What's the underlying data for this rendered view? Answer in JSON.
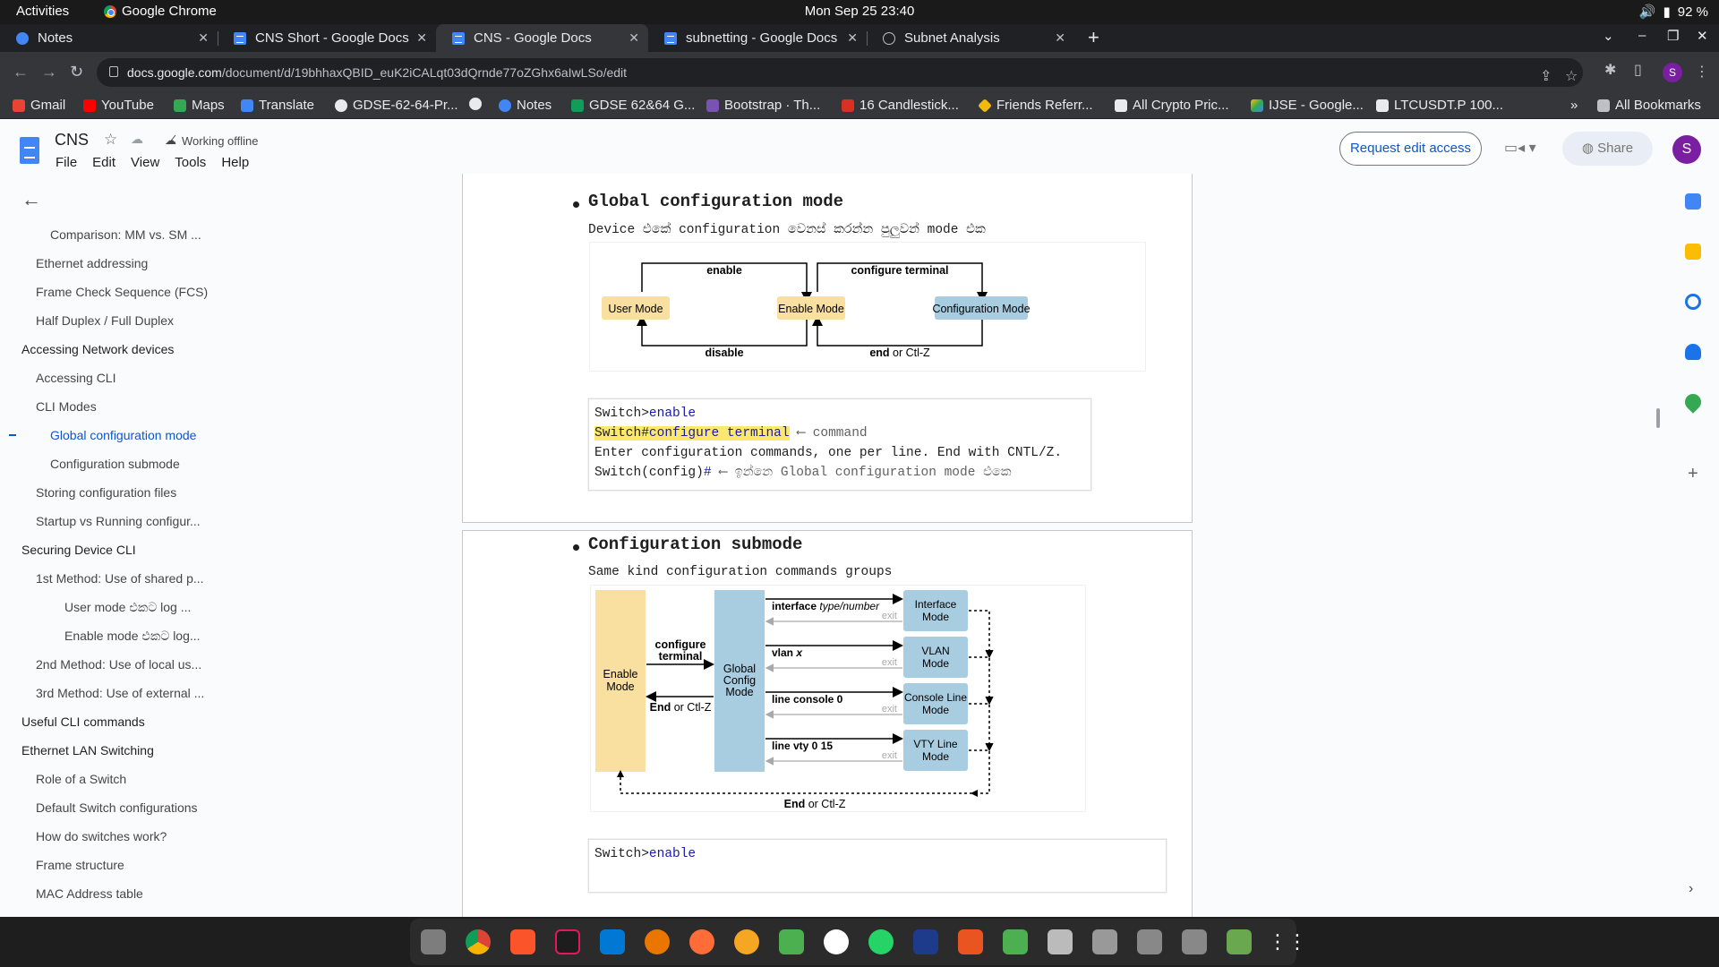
{
  "system": {
    "activities": "Activities",
    "app_name": "Google Chrome",
    "clock": "Mon Sep 25  23:40",
    "battery": "92 %"
  },
  "tabs": [
    {
      "label": "Notes",
      "icon": "notes-icon"
    },
    {
      "label": "CNS Short - Google Docs",
      "icon": "docs-icon"
    },
    {
      "label": "CNS - Google Docs",
      "icon": "docs-icon",
      "active": true
    },
    {
      "label": "subnetting - Google Docs",
      "icon": "docs-icon"
    },
    {
      "label": "Subnet Analysis",
      "icon": "globe-icon"
    }
  ],
  "omnibox": {
    "host": "docs.google.com",
    "path": "/document/d/19bhhaxQBID_euK2iCALqt03dQrnde77oZGhx6aIwLSo/edit",
    "profile_initial": "S"
  },
  "bookmarks": {
    "items": [
      {
        "label": "Gmail",
        "color": "#ea4335"
      },
      {
        "label": "YouTube",
        "color": "#ff0000"
      },
      {
        "label": "Maps",
        "color": "#34a853"
      },
      {
        "label": "Translate",
        "color": "#4285f4"
      },
      {
        "label": "GDSE-62-64-Pr...",
        "color": "#e8eaed"
      },
      {
        "label": "",
        "color": "#e8eaed"
      },
      {
        "label": "Notes",
        "color": "#4285f4"
      },
      {
        "label": "GDSE 62&64 G...",
        "color": "#0f9d58"
      },
      {
        "label": "Bootstrap · Th...",
        "color": "#7952b3"
      },
      {
        "label": "16 Candlestick...",
        "color": "#d93025"
      },
      {
        "label": "Friends Referr...",
        "color": "#f0b90b"
      },
      {
        "label": "All Crypto Pric...",
        "color": "#e8eaed"
      },
      {
        "label": "IJSE - Google...",
        "color": "#0f9d58"
      },
      {
        "label": "LTCUSDT.P 100...",
        "color": "#e8eaed"
      }
    ],
    "more": "»",
    "all": "All Bookmarks"
  },
  "docs": {
    "title": "CNS",
    "status": "Working offline",
    "menu": [
      "File",
      "Edit",
      "View",
      "Tools",
      "Help"
    ],
    "request_edit": "Request edit access",
    "share": "Share",
    "profile_initial": "S"
  },
  "outline": {
    "items": [
      {
        "label": "Comparison: MM vs. SM ...",
        "level": 3
      },
      {
        "label": "Ethernet addressing",
        "level": 2
      },
      {
        "label": "Frame Check Sequence (FCS)",
        "level": 2
      },
      {
        "label": "Half Duplex / Full Duplex",
        "level": 2
      },
      {
        "label": "Accessing Network devices",
        "level": 1
      },
      {
        "label": "Accessing CLI",
        "level": 2
      },
      {
        "label": "CLI Modes",
        "level": 2
      },
      {
        "label": "Global configuration mode",
        "level": 3,
        "active": true
      },
      {
        "label": "Configuration submode",
        "level": 3
      },
      {
        "label": "Storing configuration files",
        "level": 2
      },
      {
        "label": "Startup vs Running configur...",
        "level": 2
      },
      {
        "label": "Securing Device CLI",
        "level": 1
      },
      {
        "label": "1st Method: Use of shared p...",
        "level": 2
      },
      {
        "label": "User mode එකට log ...",
        "level": 4
      },
      {
        "label": "Enable mode එකට log...",
        "level": 4
      },
      {
        "label": "2nd Method: Use of local us...",
        "level": 2
      },
      {
        "label": "3rd Method: Use of external ...",
        "level": 2
      },
      {
        "label": "Useful CLI commands",
        "level": 1
      },
      {
        "label": "Ethernet LAN Switching",
        "level": 1
      },
      {
        "label": "Role of a Switch",
        "level": 2
      },
      {
        "label": "Default Switch configurations",
        "level": 2
      },
      {
        "label": "How do switches work?",
        "level": 2
      },
      {
        "label": "Frame structure",
        "level": 2
      },
      {
        "label": "MAC Address table",
        "level": 2
      }
    ]
  },
  "content": {
    "section1": {
      "heading": "Global configuration mode",
      "desc": "Device එකේ configuration වෙනස් කරන්න පුලුවන් mode එක",
      "diagram": {
        "user_mode": "User Mode",
        "enable_mode": "Enable Mode",
        "config_mode": "Configuration Mode",
        "enable": "enable",
        "disable": "disable",
        "configure_terminal": "configure terminal",
        "end": "end",
        "or_ctlz": " or Ctl-Z"
      },
      "code": {
        "l1_prompt": "Switch>",
        "l1_cmd": "enable",
        "l2_prompt": "Switch#",
        "l2_cmd": "configure terminal",
        "l2_comment": " ⟵ command",
        "l3": "Enter configuration commands, one per line. End with CNTL/Z.",
        "l4_prompt": "Switch(config)",
        "l4_hash": "#",
        "l4_comment": " ⟵ ඉන්නෙ Global configuration mode එකෙ"
      }
    },
    "section2": {
      "heading": "Configuration submode",
      "desc": "Same kind configuration commands groups",
      "diagram": {
        "enable_mode_1": "Enable",
        "enable_mode_2": "Mode",
        "global_1": "Global",
        "global_2": "Config",
        "global_3": "Mode",
        "configure_1": "configure",
        "configure_2": "terminal",
        "end": "End",
        "or_ctlz": " or Ctl-Z",
        "interface_cmd": "interface ",
        "interface_arg": "type/number",
        "vlan_cmd": "vlan ",
        "vlan_arg": "x",
        "console_cmd": "line console 0",
        "vty_cmd": "line vty 0 15",
        "exit": "exit",
        "interface_mode_1": "Interface",
        "interface_mode_2": "Mode",
        "vlan_mode_1": "VLAN",
        "vlan_mode_2": "Mode",
        "console_mode_1": "Console Line",
        "console_mode_2": "Mode",
        "vty_mode_1": "VTY Line",
        "vty_mode_2": "Mode"
      },
      "code": {
        "l1_prompt": "Switch>",
        "l1_cmd": "enable"
      }
    }
  },
  "colors": {
    "user_mode_fill": "#f9dfa0",
    "config_fill": "#a8cce0",
    "highlight": "#fbe96f",
    "accent": "#0b57d0"
  }
}
